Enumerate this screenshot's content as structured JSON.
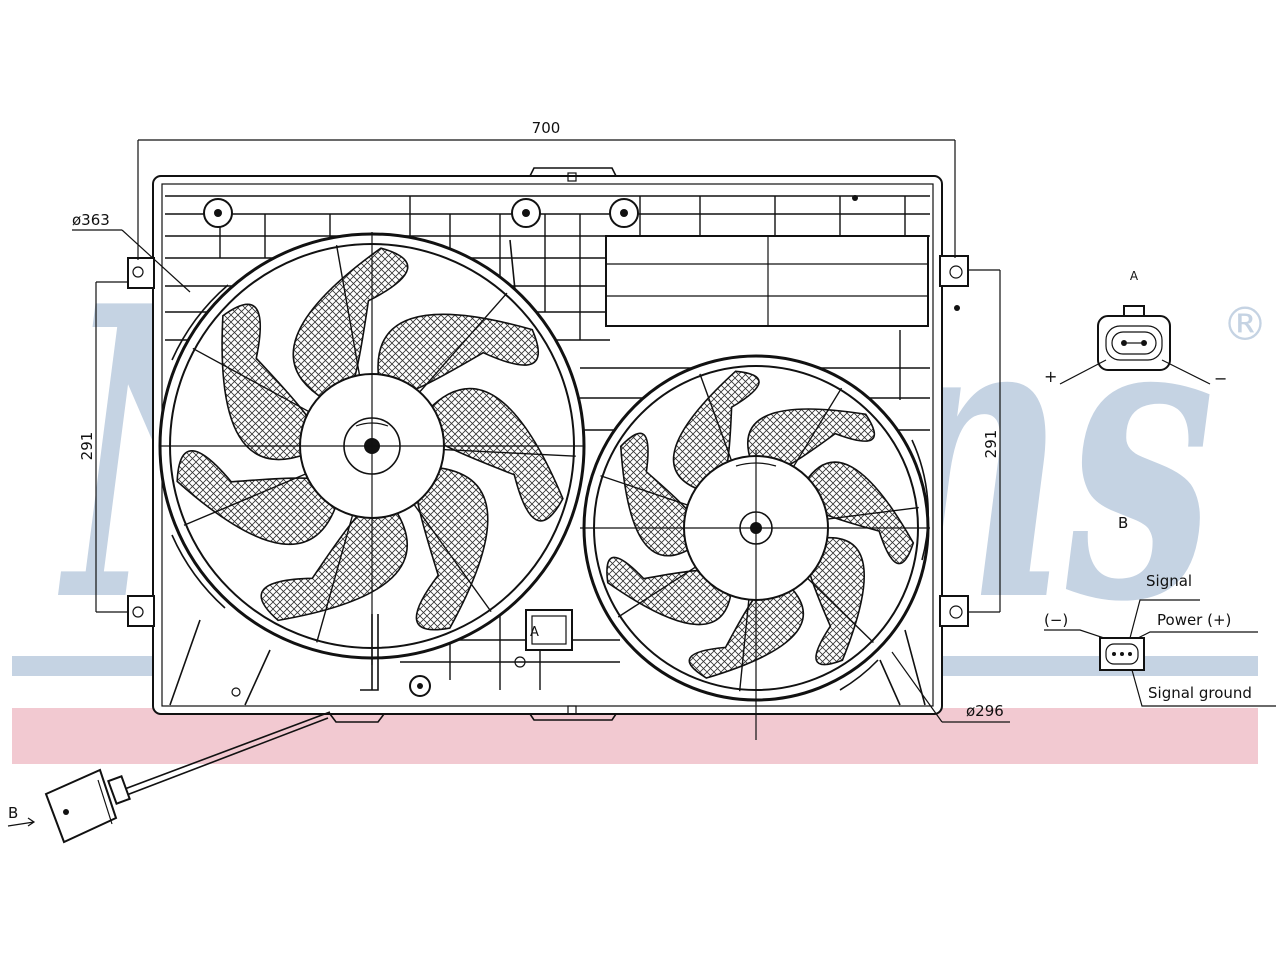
{
  "watermark": {
    "brand": "Nissens",
    "registered": "®",
    "blue": "#c5d3e3",
    "pink": "#f2c9d1"
  },
  "dimensions": {
    "width": "700",
    "height_left": "291",
    "height_right": "291",
    "big_fan_dia": "ø363",
    "small_fan_dia": "ø296"
  },
  "connector_a": {
    "label": "A",
    "plus": "+",
    "minus": "−"
  },
  "connector_b": {
    "label": "B",
    "signal": "Signal",
    "power": "Power (+)",
    "minus": "(−)",
    "signal_ground": "Signal ground"
  },
  "plug_ref": "B",
  "fan_ref_a": "A"
}
